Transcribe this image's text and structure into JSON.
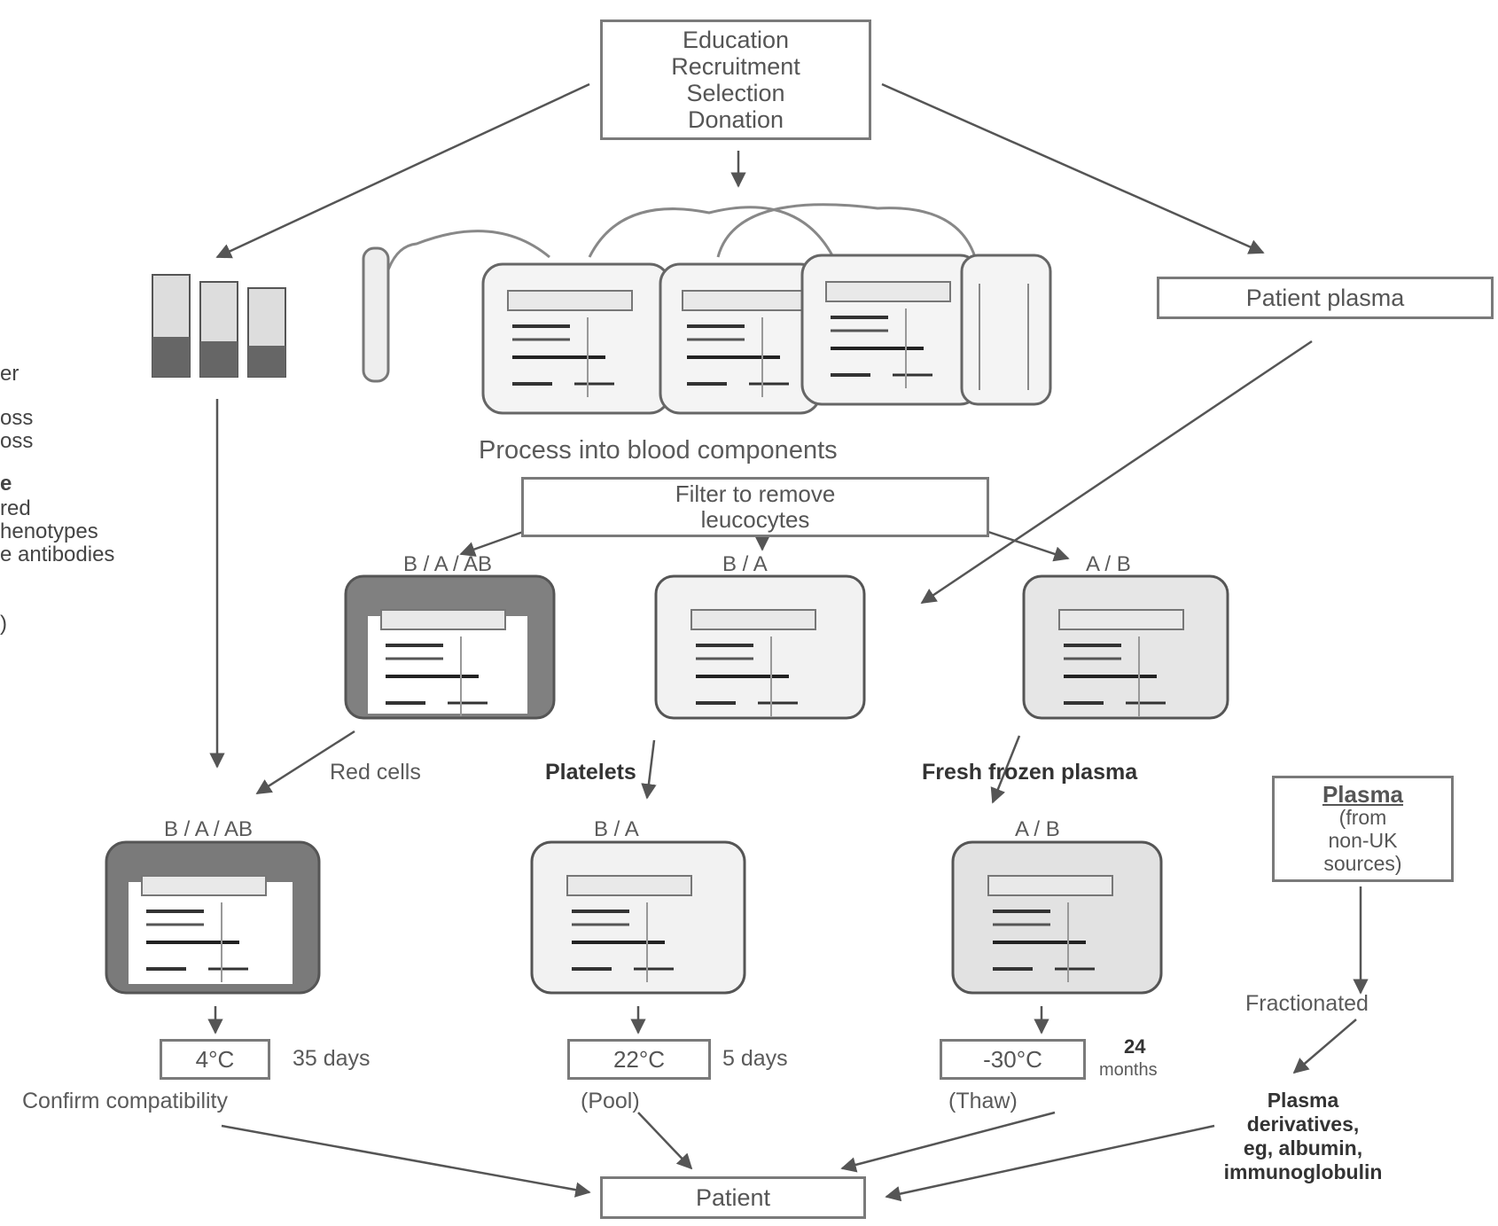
{
  "top_box": {
    "lines": [
      "Education",
      "Recruitment",
      "Selection",
      "Donation"
    ]
  },
  "process_label": "Process into blood components",
  "filter_box": {
    "lines": [
      "Filter to remove",
      "leucocytes"
    ]
  },
  "patient_plasma_box": "Patient plasma",
  "left_fragments": [
    "er",
    "oss",
    "oss",
    "e",
    "red",
    "henotypes",
    "e antibodies",
    ")"
  ],
  "component_labels": {
    "red_cells": "Red cells",
    "platelets": "Platelets",
    "plasma": "Fresh frozen plasma"
  },
  "bag_codes": {
    "red": "B / A / AB",
    "plt": "B / A",
    "ffp": "A / B"
  },
  "storage": [
    {
      "temp": "4°C",
      "duration": "35 days",
      "note": "Confirm compatibility"
    },
    {
      "temp": "22°C",
      "duration": "5 days",
      "note": "(Pool)"
    },
    {
      "temp": "-30°C",
      "duration_lines": [
        "24",
        "months"
      ],
      "note": "(Thaw)"
    }
  ],
  "plasma_box": {
    "title": "Plasma",
    "lines": [
      "(from",
      "non-UK",
      "sources)"
    ]
  },
  "fractionated_label": "Fractionated",
  "derivatives_label": {
    "lines": [
      "Plasma",
      "derivatives,",
      "eg, albumin,",
      "immunoglobulin"
    ]
  },
  "patient_box": "Patient"
}
